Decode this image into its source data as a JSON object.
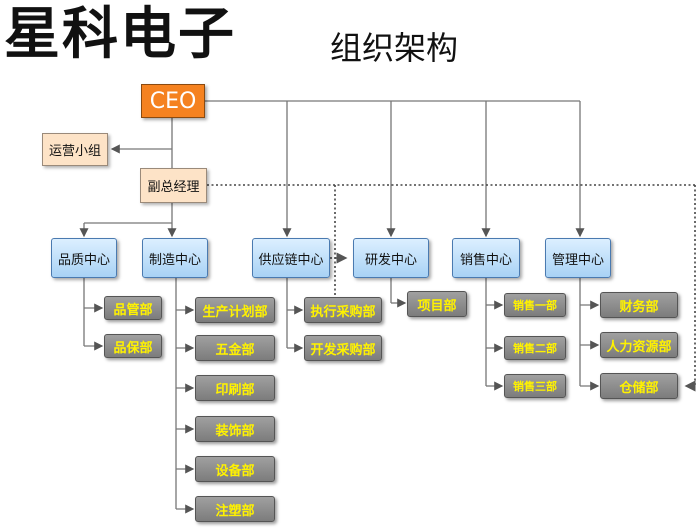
{
  "header": {
    "company": "星科电子",
    "subtitle": "组织架构"
  },
  "org": {
    "ceo": "CEO",
    "ops_group": "运营小组",
    "deputy_gm": "副总经理",
    "centers": {
      "quality": "品质中心",
      "manufacturing": "制造中心",
      "supply_chain": "供应链中心",
      "rnd": "研发中心",
      "sales": "销售中心",
      "management": "管理中心"
    },
    "departments": {
      "quality": [
        "品管部",
        "品保部"
      ],
      "manufacturing": [
        "生产计划部",
        "五金部",
        "印刷部",
        "装饰部",
        "设备部",
        "注塑部"
      ],
      "supply_chain": [
        "执行采购部",
        "开发采购部"
      ],
      "rnd": [
        "项目部"
      ],
      "sales": [
        "销售一部",
        "销售二部",
        "销售三部"
      ],
      "management": [
        "财务部",
        "人力资源部",
        "仓储部"
      ]
    }
  }
}
